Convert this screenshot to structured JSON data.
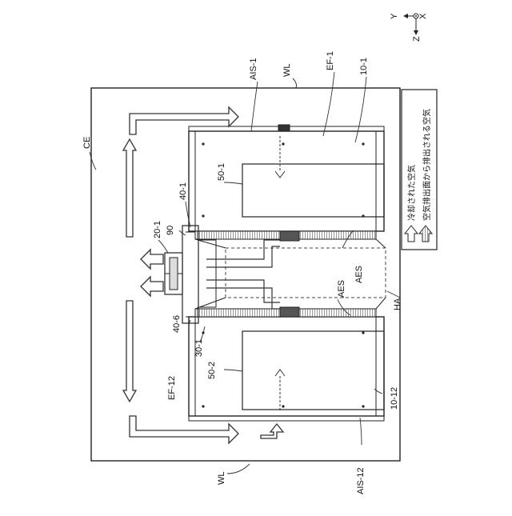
{
  "axes": {
    "x": "X",
    "y": "Y",
    "z": "Z"
  },
  "refs": {
    "ce": "CE",
    "wl_top": "WL",
    "wl_bottom": "WL",
    "ais_1": "AIS-1",
    "ais_12": "AIS-12",
    "ef_1": "EF-1",
    "ef_12": "EF-12",
    "r10_1": "10-1",
    "r10_12": "10-12",
    "r50_1": "50-1",
    "r50_2": "50-2",
    "r40_1": "40-1",
    "r40_6": "40-6",
    "r20_1": "20-1",
    "r90": "90",
    "r30_1": "30-1",
    "aes_left": "AES",
    "aes_right": "AES",
    "ha": "HA"
  },
  "legend": {
    "cooled_air": "冷却された空気",
    "exhaust_air": "空気排出面から排出される空気"
  }
}
